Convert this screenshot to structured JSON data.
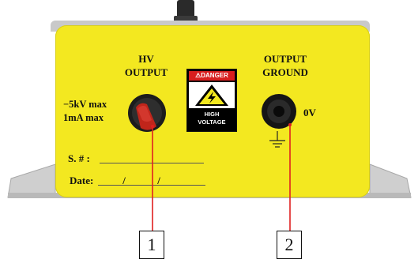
{
  "panel": {
    "hv_output_label": [
      "HV",
      "OUTPUT"
    ],
    "hv_rating": [
      "−5kV max",
      "1mA max"
    ],
    "output_ground_label": [
      "OUTPUT",
      "GROUND"
    ],
    "ground_voltage": "0V",
    "serial_label": "S. # :",
    "date_label": "Date:",
    "date_separator": "/"
  },
  "danger_sign": {
    "header": "DANGER",
    "lines": [
      "HIGH",
      "VOLTAGE"
    ],
    "colors": {
      "header": "#d81e1e",
      "background": "#000000"
    }
  },
  "callouts": [
    {
      "number": "1"
    },
    {
      "number": "2"
    }
  ],
  "colors": {
    "plate": "#f3e820",
    "callout_line": "#e02020"
  }
}
